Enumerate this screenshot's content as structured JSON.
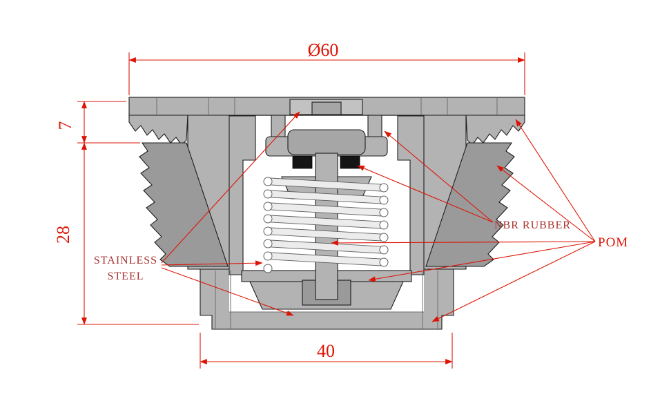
{
  "drawing": {
    "type": "engineering-cross-section",
    "dimensions": {
      "top_diameter": "Ø60",
      "flange_height": "7",
      "total_height": "28",
      "bottom_width": "40"
    },
    "labels": {
      "stainless_line1": "STAINLESS",
      "stainless_line2": "STEEL",
      "nbr_rubber": "NBR RUBBER",
      "pom": "POM"
    },
    "colors": {
      "dimension_red": "#dd1405",
      "label_red": "#a83230",
      "body_gray": "#b3b3b3",
      "dark_gray": "#9a9a9a",
      "outline_black": "#1c1c1c",
      "background": "#ffffff"
    }
  }
}
